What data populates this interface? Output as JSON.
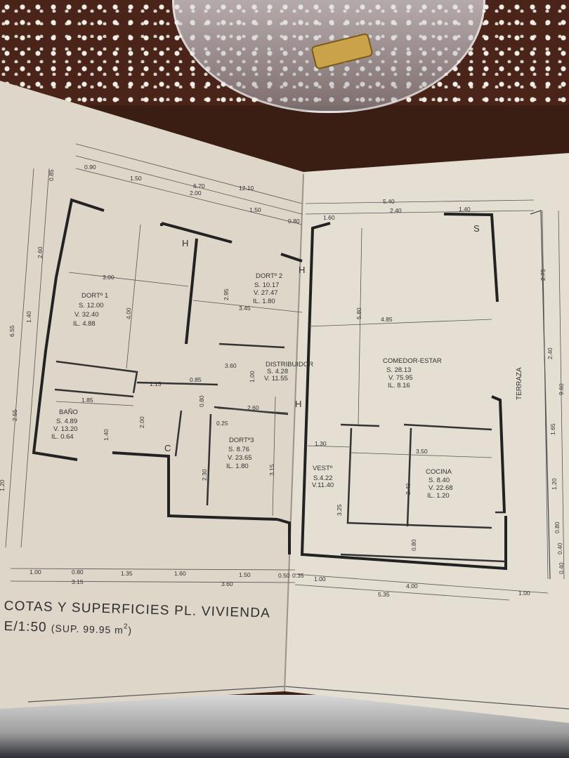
{
  "plan": {
    "title": "COTAS Y SUPERFICIES PL. VIVIENDA",
    "scale": "E/1:50",
    "surface": "(SUP. 99.95 m",
    "surface_exp": "2",
    "surface_close": ")"
  },
  "rooms": {
    "dorm1": {
      "name": "DORTº 1",
      "s": "S. 12.00",
      "v": "V. 32.40",
      "il": "IL. 4.88"
    },
    "dorm2": {
      "name": "DORTº 2",
      "s": "S. 10.17",
      "v": "V. 27.47",
      "il": "IL. 1.80"
    },
    "dorm3": {
      "name": "DORTº3",
      "s": "S. 8.76",
      "v": "V. 23.65",
      "il": "IL. 1.80"
    },
    "bano": {
      "name": "BAÑO",
      "s": "S. 4.89",
      "v": "V. 13.20",
      "il": "IL. 0.64"
    },
    "distribuidor": {
      "name": "DISTRIBUIDOR",
      "s": "S. 4.28",
      "v": "V. 11.55"
    },
    "comedor": {
      "name": "COMEDOR-ESTAR",
      "s": "S. 28.13",
      "v": "V. 75.95",
      "il": "IL. 8.16"
    },
    "cocina": {
      "name": "COCINA",
      "s": "S. 8.40",
      "v": "V. 22.68",
      "il": "IL. 1.20"
    },
    "vest": {
      "name": "VESTº",
      "s": "S.4.22",
      "v": "V.11.40"
    },
    "terraza": {
      "name": "TERRAZA"
    }
  },
  "marks": {
    "h1": "H",
    "h2": "H",
    "h3": "H",
    "s": "S",
    "c": "C"
  },
  "dims": {
    "top_left": [
      "0.90",
      "1.50",
      "6.70",
      "12.10",
      "2.00",
      "1.50",
      "0.80"
    ],
    "top_right": [
      "5.40",
      "1.60",
      "2.40",
      "1.40"
    ],
    "bottom_row1": [
      "1.00",
      "0.80",
      "1.35",
      "1.60",
      "1.50",
      "0.50",
      "0.35",
      "1.00",
      "4.00",
      "1.00"
    ],
    "bottom_row2": [
      "3.15",
      "3.60",
      "5.35"
    ],
    "left_side": [
      "0.85",
      "2.60",
      "1.40",
      "6.55",
      "2.55",
      "1.20"
    ],
    "right_side": [
      "2.75",
      "2.40",
      "9.60",
      "1.65",
      "1.20",
      "0.80",
      "0.40",
      "0.40"
    ],
    "interior": [
      "3.00",
      "4.00",
      "2.95",
      "3.45",
      "3.60",
      "1.15",
      "0.85",
      "1.00",
      "0.80",
      "0.25",
      "2.60",
      "1.85",
      "2.00",
      "1.40",
      "2.30",
      "3.15",
      "5.80",
      "4.85",
      "1.30",
      "3.50",
      "2.40",
      "3.25",
      "0.80"
    ]
  }
}
